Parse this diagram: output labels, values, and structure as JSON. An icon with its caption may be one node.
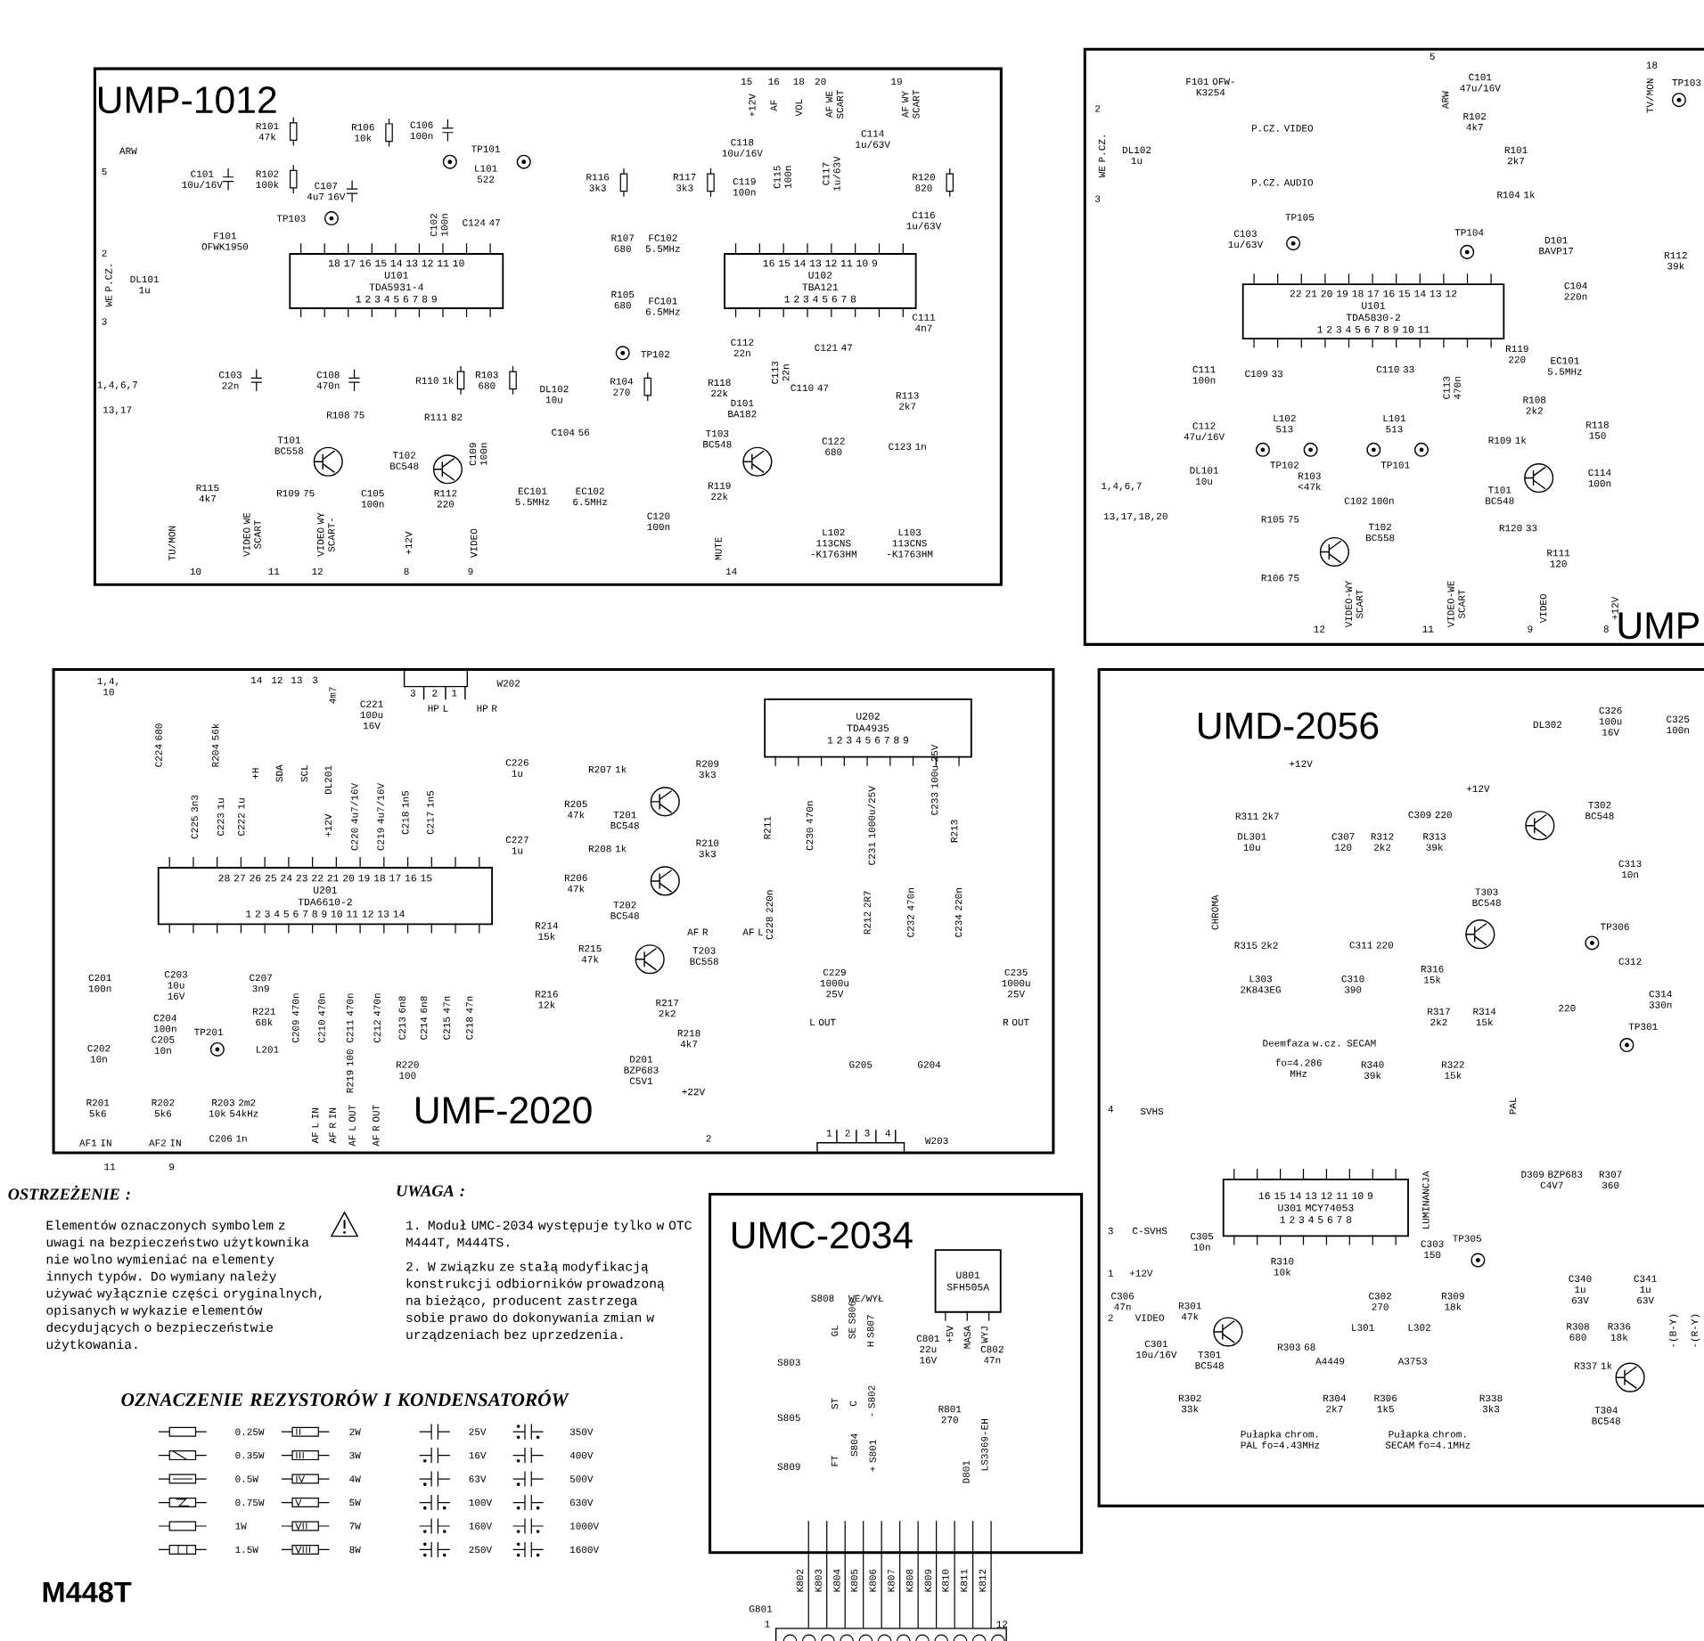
{
  "diagram": {
    "nodes": [
      {
        "text": [
          "UMP-1012"
        ]
      },
      {
        "text": [
          "18 17 16 15 14 13 12 11 10",
          "U101",
          "TDA5931-4",
          "1 2 3 4 5 6 7 8 9"
        ],
        "in": 0
      },
      {
        "text": [
          "16 15 14 13 12 11 10 9",
          "U102",
          "TBA121",
          "1 2 3 4 5 6 7 8"
        ],
        "in": 0
      },
      {
        "text": [
          "UMP"
        ]
      },
      {
        "text": [
          "22 21 20 19 18 17 16 15 14 13 12",
          "U101",
          "TDA5830-2",
          "1 2 3 4 5 6 7 8 9 10 11"
        ],
        "in": 3
      },
      {
        "text": [
          "UMF-2020"
        ]
      },
      {
        "text": [
          "28 27 26 25 24 23 22 21 20 19 18 17 16 15",
          "U201",
          "TDA6610-2",
          "1 2 3 4 5 6 7 8 9 10 11 12 13 14"
        ],
        "in": 5
      },
      {
        "text": [
          "U202",
          "TDA4935",
          "1 2 3 4 5 6 7 8 9"
        ],
        "in": 5
      },
      {
        "text": [
          "UMD-2056"
        ]
      },
      {
        "text": [
          "16 15 14 13 12 11 10 9",
          "U301 MCY74053",
          "1 2 3 4 5 6 7 8"
        ],
        "in": 8
      },
      {
        "text": [
          "UMC-2034"
        ]
      },
      {
        "text": [
          "U801",
          "SFH505A"
        ],
        "in": 10,
        "beside": [
          "+5V",
          "MASA",
          "WYJ"
        ]
      }
    ],
    "labels": [
      "ARW",
      "5",
      "R101 47k",
      "R106 10k",
      "C106 100n",
      "C101 10u/16V",
      "R102 100k",
      "C107 4u7 16V",
      "TP101",
      "L101 522",
      "C102 100n",
      "C124 47",
      "TP103",
      "F101 OFWK1950",
      "2",
      "WE P.CZ.",
      "3",
      "DL101 1u",
      "1,4,6,7",
      "13,17",
      "C103 22n",
      "C108 470n",
      "R110 1k",
      "R103 680",
      "R108 75",
      "R111 82",
      "T101 BC558",
      "T102 BC548",
      "C109 100n",
      "DL102 10u",
      "C104 56",
      "R115 4k7",
      "R109 75",
      "C105 100n",
      "R112 220",
      "EC101 5.5MHz",
      "EC102 6.5MHz",
      "TU/MON",
      "10",
      "VIDEO WE SCART",
      "11",
      "VIDEO WY SCART-",
      "12",
      "+12V",
      "8",
      "VIDEO",
      "9",
      "R116 3k3",
      "R117 3k3",
      "C118 10u/16V",
      "C119 100n",
      "C115 100n",
      "C117 1u/63V",
      "C114 1u/63V",
      "R120 820",
      "C116 1u/63V",
      "15",
      "+12V",
      "16",
      "AF",
      "18",
      "VOL",
      "20",
      "AF WE SCART",
      "19",
      "AF WY SCART",
      "R107 680",
      "FC102 5.5MHz",
      "R105 680",
      "FC101 6.5MHz",
      "TP102",
      "R104 270",
      "C112 22n",
      "C113 22n",
      "C121 47",
      "C110 47",
      "C111 4n7",
      "R118 22k",
      "D101 BA182",
      "R113 2k7",
      "T103 BC548",
      "C122 680",
      "C123 1n",
      "R119 22k",
      "L102 113CNS -K1763HM",
      "L103 113CNS -K1763HM",
      "C120 100n",
      "MUTE",
      "14",
      "2",
      "WE P.CZ.",
      "3",
      "DL102 1u",
      "F101 OFW-K3254",
      "P.CZ. VIDEO",
      "P.CZ. AUDIO",
      "C103 1u/63V",
      "TP105",
      "5",
      "ARW",
      "C101 47u/16V",
      "R102 4k7",
      "R101 2k7",
      "R104 1k",
      "TP104",
      "D101 BAVP17",
      "C104 220n",
      "18",
      "TV/MON",
      "TP103",
      "R112 39k",
      "C111 100n",
      "C109 33",
      "L102 513",
      "C110 33",
      "L101 513",
      "C113 470n",
      "R119 220",
      "EC101 5.5MHz",
      "C112 47u/16V",
      "R108 2k2",
      "R109 1k",
      "R118 150",
      "1,4,6,7",
      "DL101 10u",
      "TP102",
      "R103 <47k",
      "C102 100n",
      "TP101",
      "T101 BC548",
      "C114 100n",
      "13,17,18,20",
      "R105 75",
      "T102 BC558",
      "R120 33",
      "R111 120",
      "R106 75",
      "12",
      "VIDEO-WY SCART",
      "11",
      "VIDEO-WE SCART",
      "9",
      "VIDEO",
      "8",
      "+12V",
      "1,4, 10",
      "14",
      "12",
      "13",
      "3",
      "3",
      "2",
      "1",
      "W202",
      "4m7",
      "C221 100u 16V",
      "HP L",
      "HP R",
      "C224 680",
      "R204 56k",
      "+H",
      "SDA",
      "SCL",
      "DL201",
      "C225 3n3",
      "C223 1u",
      "C222 1u",
      "+12V",
      "C220 4u7/16V",
      "C219 4u7/16V",
      "C218 1n5",
      "C217 1n5",
      "C226 1u",
      "C227 1u",
      "R207 1k",
      "R205 47k",
      "T201 BC548",
      "R209 3k3",
      "R208 1k",
      "R206 47k",
      "T202 BC548",
      "R210 3k3",
      "R214 15k",
      "AF R",
      "AF L",
      "R215 47k",
      "T203 BC558",
      "R216 12k",
      "R217 2k2",
      "R218 4k7",
      "D201 BZP683 C5V1",
      "+22V",
      "2",
      "R211",
      "C230 470n",
      "C231 1000u/25V",
      "C233 100u 25V",
      "R213",
      "C228 220n",
      "R212 2R7",
      "C232 470n",
      "C234 220n",
      "C229 1000u 25V",
      "C235 1000u 25V",
      "L OUT",
      "R OUT",
      "G205",
      "G204",
      "1",
      "2",
      "3",
      "4",
      "W203",
      "C201 100n",
      "C203 10u 16V",
      "C207 3n9",
      "C204 100n",
      "R221 68k",
      "C202 10n",
      "C205 10n",
      "TP201",
      "L201",
      "R201 5k6",
      "R202 5k6",
      "R203 2m2 10k 54kHz",
      "C206 1n",
      "AF1 IN",
      "AF2 IN",
      "11",
      "9",
      "C209 470n",
      "C210 470n",
      "C211 470n",
      "C212 470n",
      "C213 6n8",
      "C214 6n8",
      "C215 47n",
      "C218 47n",
      "R219 100",
      "R220 100",
      "AF L IN",
      "AF R IN",
      "AF L OUT",
      "AF R OUT",
      "+12V",
      "+12V",
      "DL302",
      "C326 100u 16V",
      "C325 100n",
      "R311 2k7",
      "C309 220",
      "T302 BC548",
      "DL301 10u",
      "C307 120",
      "R312 2k2",
      "R313 39k",
      "C313 10n",
      "CHROMA",
      "T303 BC548",
      "TP306",
      "R315 2k2",
      "C311 220",
      "C312",
      "L303 2K843EG",
      "C310 390",
      "R316 15k",
      "220",
      "C314 330n",
      "TP301",
      "R317 2k2",
      "R314 15k",
      "Deemfaza w.cz. SECAM",
      "fo=4.286 MHz",
      "R340 39k",
      "R322 15k",
      "4",
      "SVHS",
      "PAL",
      "D309 BZP683 C4V7",
      "R307 360",
      "LUMINANCJA",
      "3",
      "C-SVHS",
      "C305 10n",
      "R310 10k",
      "C303 150",
      "TP305",
      "1",
      "+12V",
      "C306 47n",
      "R301 47k",
      "C302 270",
      "R309 18k",
      "2",
      "VIDEO",
      "C301 10u/16V",
      "T301 BC548",
      "R303 68",
      "L301",
      "L302",
      "A4449",
      "A3753",
      "C340 1u 63V",
      "C341 1u 63V",
      "R308 680",
      "R336 18k",
      "-(B-Y)",
      "-(R-Y)",
      "R337 1k",
      "T304 BC548",
      "R302 33k",
      "R304 2k7",
      "R306 1k5",
      "R338 3k3",
      "Pułapka chrom. PAL fo=4.43MHz",
      "Pułapka chrom. SECAM fo=4.1MHz",
      "S808",
      "WE/WYŁ",
      "GL",
      "SE S806",
      "H S807",
      "S803",
      "ST",
      "C",
      "- S802",
      "S805",
      "FT",
      "S804",
      "+ S801",
      "S809",
      "C801 22u 16V",
      "C802 47n",
      "R801 270",
      "D801",
      "LS3369-EH",
      "K802",
      "K803",
      "K804",
      "K805",
      "K806",
      "K807",
      "K808",
      "K809",
      "K810",
      "K811",
      "K812",
      "G801",
      "1",
      "12",
      "OSTRZEŻENIE :",
      "Elementów oznaczonych symbolem z uwagi na bezpieczeństwo użytkownika nie wolno wymieniać na elementy innych typów. Do wymiany należy używać wyłącznie części oryginalnych, opisanych w wykazie elementów decydujących o bezpieczeństwie użytkowania.",
      "UWAGA :",
      "1. Moduł UMC-2034 występuje tylko w OTC M444T, M444TS.",
      "2. W związku ze stałą modyfikacją konstrukcji odbiorników prowadzoną na bieżąco, producent zastrzega sobie prawo do dokonywania zmian w urządzeniach bez uprzedzenia.",
      "OZNACZENIE REZYSTORÓW I KONDENSATORÓW",
      "M448T"
    ],
    "legend": [
      {
        "text": "0.25W"
      },
      {
        "text": "2W"
      },
      {
        "text": "25V"
      },
      {
        "text": "350V"
      },
      {
        "text": "0.35W"
      },
      {
        "text": "3W"
      },
      {
        "text": "16V"
      },
      {
        "text": "400V"
      },
      {
        "text": "0.5W"
      },
      {
        "text": "4W"
      },
      {
        "text": "63V"
      },
      {
        "text": "500V"
      },
      {
        "text": "0.75W"
      },
      {
        "text": "5W"
      },
      {
        "text": "100V"
      },
      {
        "text": "630V"
      },
      {
        "text": "1W"
      },
      {
        "text": "7W"
      },
      {
        "text": "160V"
      },
      {
        "text": "1000V"
      },
      {
        "text": "1.5W"
      },
      {
        "text": "8W"
      },
      {
        "text": "250V"
      },
      {
        "text": "1600V"
      }
    ]
  }
}
